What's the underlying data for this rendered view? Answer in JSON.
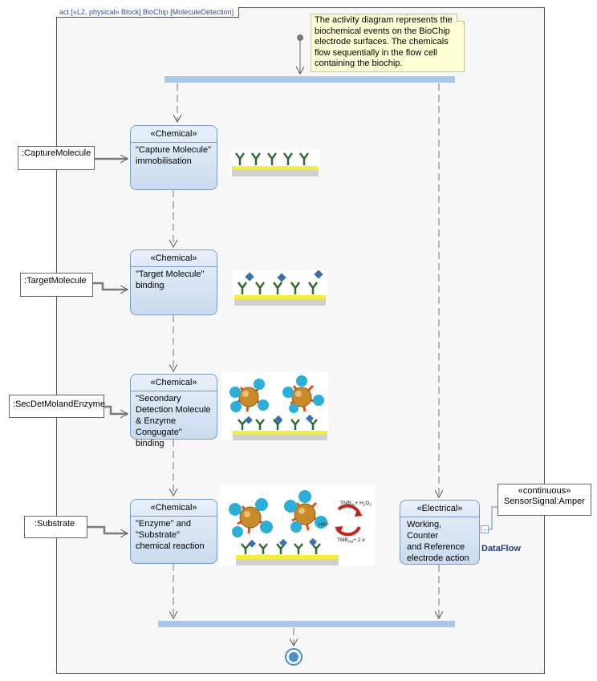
{
  "frame_title": "act [«L2, physical» Block] BioChip [MoleculeDetection]",
  "note": "The activity diagram represents the biochemical events on the BioChip electrode surfaces. The chemicals flow sequentially in the flow cell containing the biochip.",
  "actions": [
    {
      "stereotype": "«Chemical»",
      "label": "\"Capture Molecule\"\nimmobilisation"
    },
    {
      "stereotype": "«Chemical»",
      "label": "\"Target Molecule\"\nbinding"
    },
    {
      "stereotype": "«Chemical»",
      "label": "\"Secondary\nDetection Molecule\n& Enzyme\nCongugate\" binding"
    },
    {
      "stereotype": "«Chemical»",
      "label": "\"Enzyme\" and\n\"Substrate\"\nchemical  reaction"
    },
    {
      "stereotype": "«Electrical»",
      "label": "Working, Counter\nand Reference\nelectrode action"
    }
  ],
  "pins": [
    {
      "label": ":CaptureMolecule"
    },
    {
      "label": ":TargetMolecule"
    },
    {
      "label": ":SecDetMolandEnzyme"
    },
    {
      "label": ":Substrate"
    }
  ],
  "output_pin": {
    "stereotype": "«continuous»",
    "label": "SensorSignal:Amper"
  },
  "flow_label": "DataFlow",
  "reaction": {
    "top": "TMB",
    "top_sub": "ox",
    "top_rest": "+ H",
    "bottom": "TMB",
    "bottom_sub": "red",
    "bottom_rest": "+ 2 e",
    "enzyme": "HRP"
  },
  "colors": {
    "bar": "#a8c8e8",
    "action_border": "#7d9cc4",
    "note_bg": "#ffffd6",
    "electrode": "#f5f032",
    "antibody": "#2e6b2e",
    "antigen": "#3a6fb0",
    "bead": "#c98a2a",
    "bead_ring": "#2ab0d8"
  }
}
